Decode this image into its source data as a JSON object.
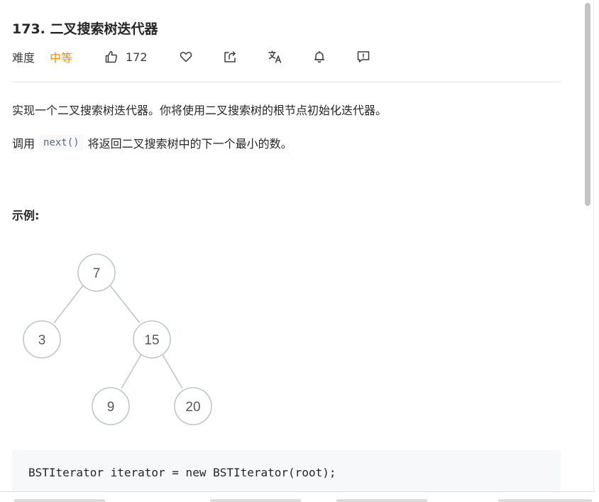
{
  "problem": {
    "title": "173. 二叉搜索树迭代器",
    "difficulty_label": "难度",
    "difficulty_value": "中等",
    "likes": "172"
  },
  "toolbar": {
    "icons": [
      "thumbs-up-icon",
      "heart-icon",
      "share-icon",
      "translate-icon",
      "bell-icon",
      "feedback-icon"
    ]
  },
  "description": {
    "para1": "实现一个二叉搜索树迭代器。你将使用二叉搜索树的根节点初始化迭代器。",
    "para2_prefix": "调用",
    "para2_code": "next()",
    "para2_suffix": "将返回二叉搜索树中的下一个最小的数。"
  },
  "example": {
    "heading": "示例:",
    "tree_nodes": [
      "7",
      "3",
      "15",
      "9",
      "20"
    ],
    "code_line": "BSTIterator iterator = new BSTIterator(root);"
  },
  "colors": {
    "difficulty_medium": "#ef8b0d",
    "node_stroke": "#bcc8c8",
    "code_bg": "#f7f8fa"
  }
}
